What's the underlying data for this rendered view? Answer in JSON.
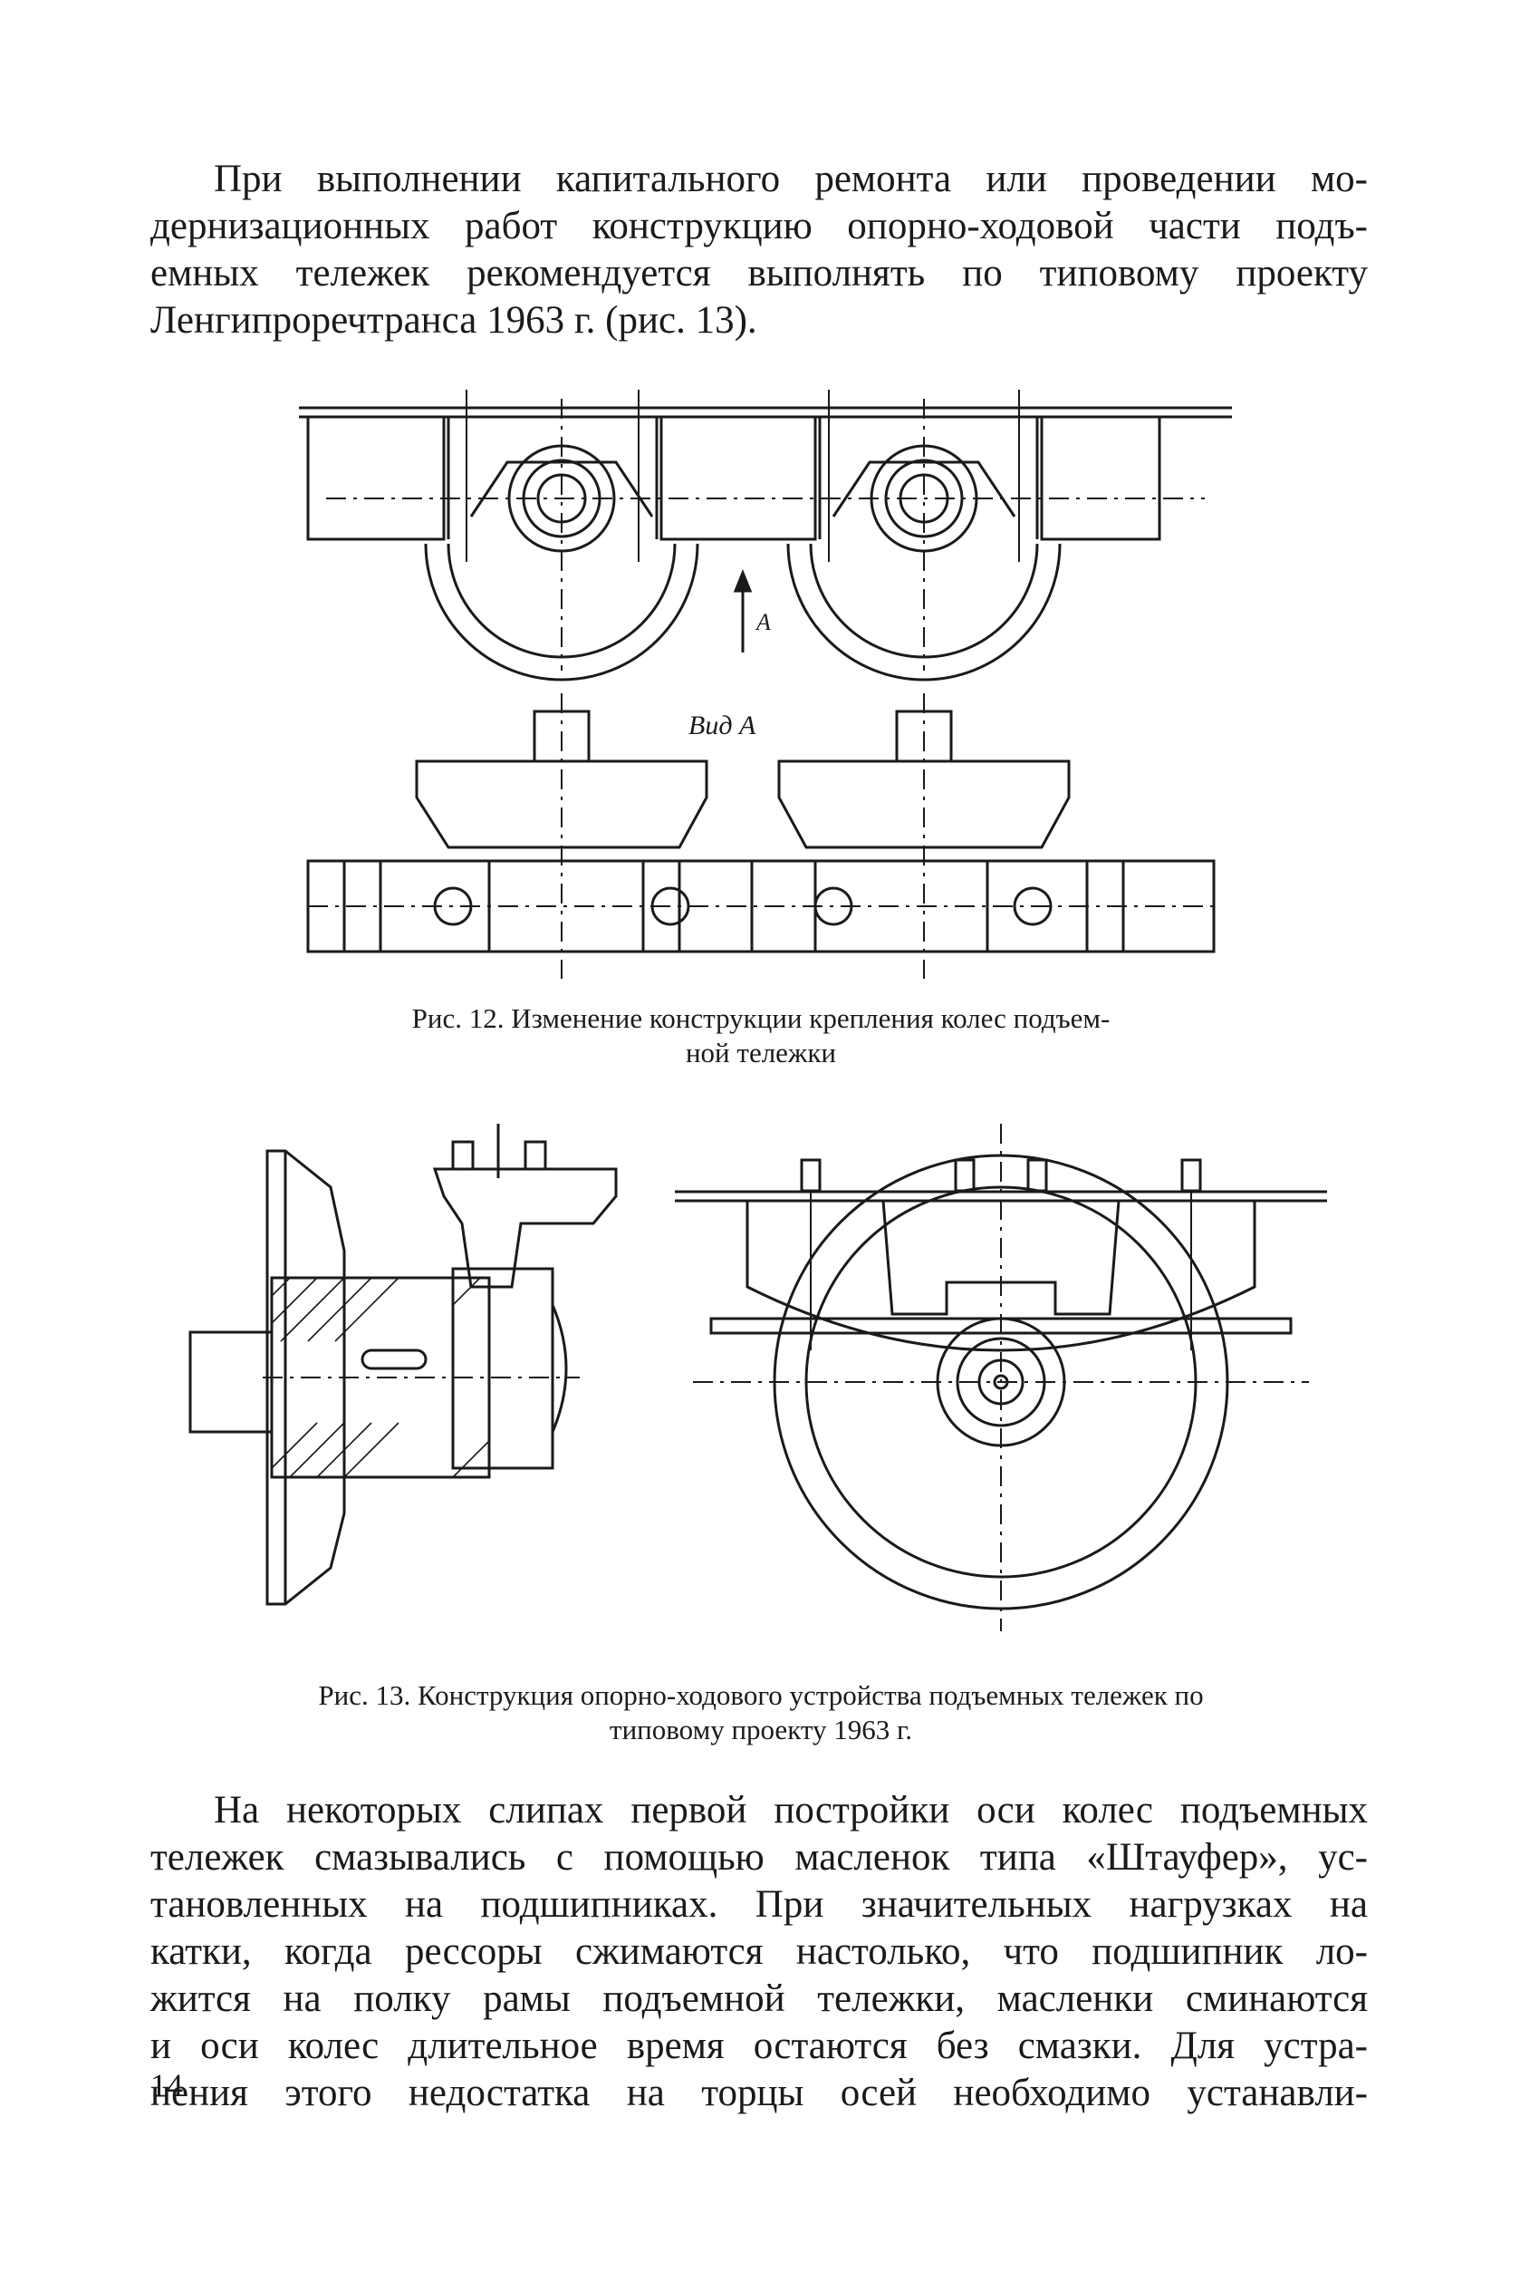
{
  "paragraph_top": [
    "При выполнении капитального ремонта или проведении мо-",
    "дернизационных работ конструкцию опорно-ходовой части подъ-",
    "емных тележек рекомендуется выполнять по типовому проекту",
    "Ленгипроречтранса 1963 г. (рис. 13)."
  ],
  "figure12": {
    "arrow_label": "А",
    "view_label": "Вид А",
    "caption": [
      "Рис. 12. Изменение конструкции крепления колес подъем-",
      "ной тележки"
    ]
  },
  "figure13": {
    "caption": [
      "Рис. 13. Конструкция опорно-ходового устройства подъемных тележек по",
      "типовому проекту 1963 г."
    ]
  },
  "paragraph_bottom": [
    "На некоторых слипах первой постройки оси колес подъемных",
    "тележек смазывались с помощью масленок типа «Штауфер», ус-",
    "тановленных на подшипниках. При значительных нагрузках на",
    "катки, когда рессоры сжимаются настолько, что подшипник ло-",
    "жится на полку рамы подъемной тележки, масленки сминаются",
    "и оси колес длительное время остаются без смазки. Для устра-",
    "нения этого недостатка на торцы осей необходимо устанавли-"
  ],
  "page_number": "14"
}
